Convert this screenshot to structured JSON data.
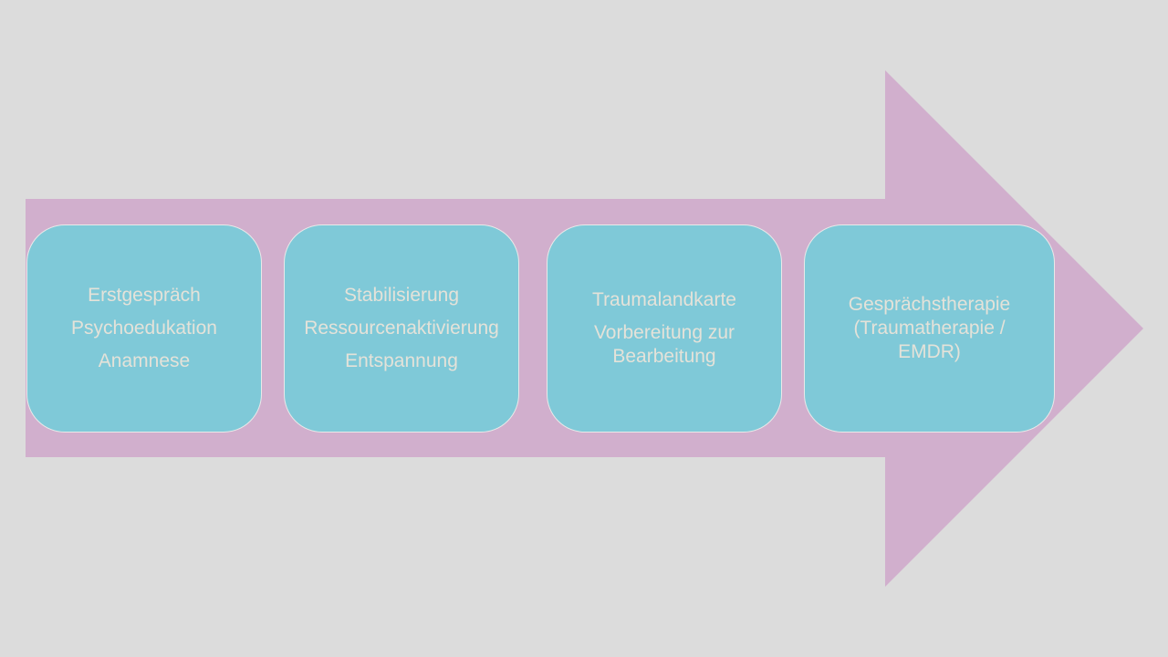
{
  "colors": {
    "background": "#dcdcdc",
    "arrow": "#d1afcd",
    "box": "#7fc9d8",
    "text": "#e4e2d9"
  },
  "stages": [
    {
      "lines": [
        "Erstgespräch",
        "Psychoedukation",
        "Anamnese"
      ]
    },
    {
      "lines": [
        "Stabilisierung",
        "Ressourcenaktivierung",
        "Entspannung"
      ]
    },
    {
      "lines": [
        "Traumalandkarte",
        "Vorbereitung zur Bearbeitung"
      ]
    },
    {
      "lines": [
        "Gesprächstherapie (Traumatherapie / EMDR)"
      ]
    }
  ]
}
